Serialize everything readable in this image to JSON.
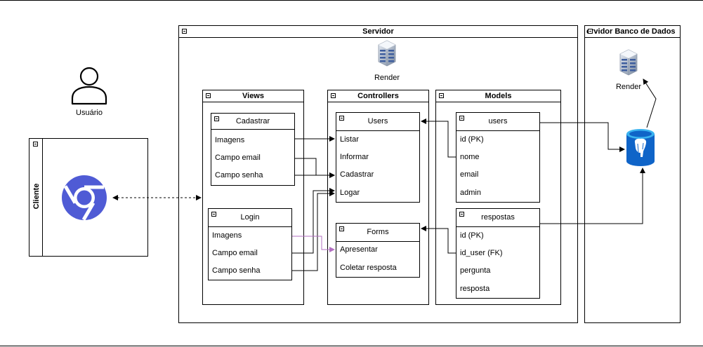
{
  "servidor": {
    "title": "Servidor",
    "render_label": "Render"
  },
  "banco": {
    "title": "ervidor Banco de Dados",
    "render_label": "Render"
  },
  "cliente": {
    "title": "Cliente"
  },
  "usuario": {
    "label": "Usuário"
  },
  "views": {
    "title": "Views",
    "cadastrar": {
      "title": "Cadastrar",
      "fields": [
        "Imagens",
        "Campo email",
        "Campo senha"
      ]
    },
    "login": {
      "title": "Login",
      "fields": [
        "Imagens",
        "Campo email",
        "Campo senha"
      ]
    }
  },
  "controllers": {
    "title": "Controllers",
    "users": {
      "title": "Users",
      "actions": [
        "Listar",
        "Informar",
        "Cadastrar",
        "Logar"
      ]
    },
    "forms": {
      "title": "Forms",
      "actions": [
        "Apresentar",
        "Coletar resposta"
      ]
    }
  },
  "models": {
    "title": "Models",
    "users": {
      "title": "users",
      "fields": [
        "id (PK)",
        "nome",
        "email",
        "admin"
      ]
    },
    "respostas": {
      "title": "respostas",
      "fields": [
        "id (PK)",
        "id_user (FK)",
        "pergunta",
        "resposta"
      ]
    }
  },
  "colors": {
    "chrome": "#4f5bd5",
    "login_arrow": "#b26fc1",
    "database": "#0f64c8"
  }
}
